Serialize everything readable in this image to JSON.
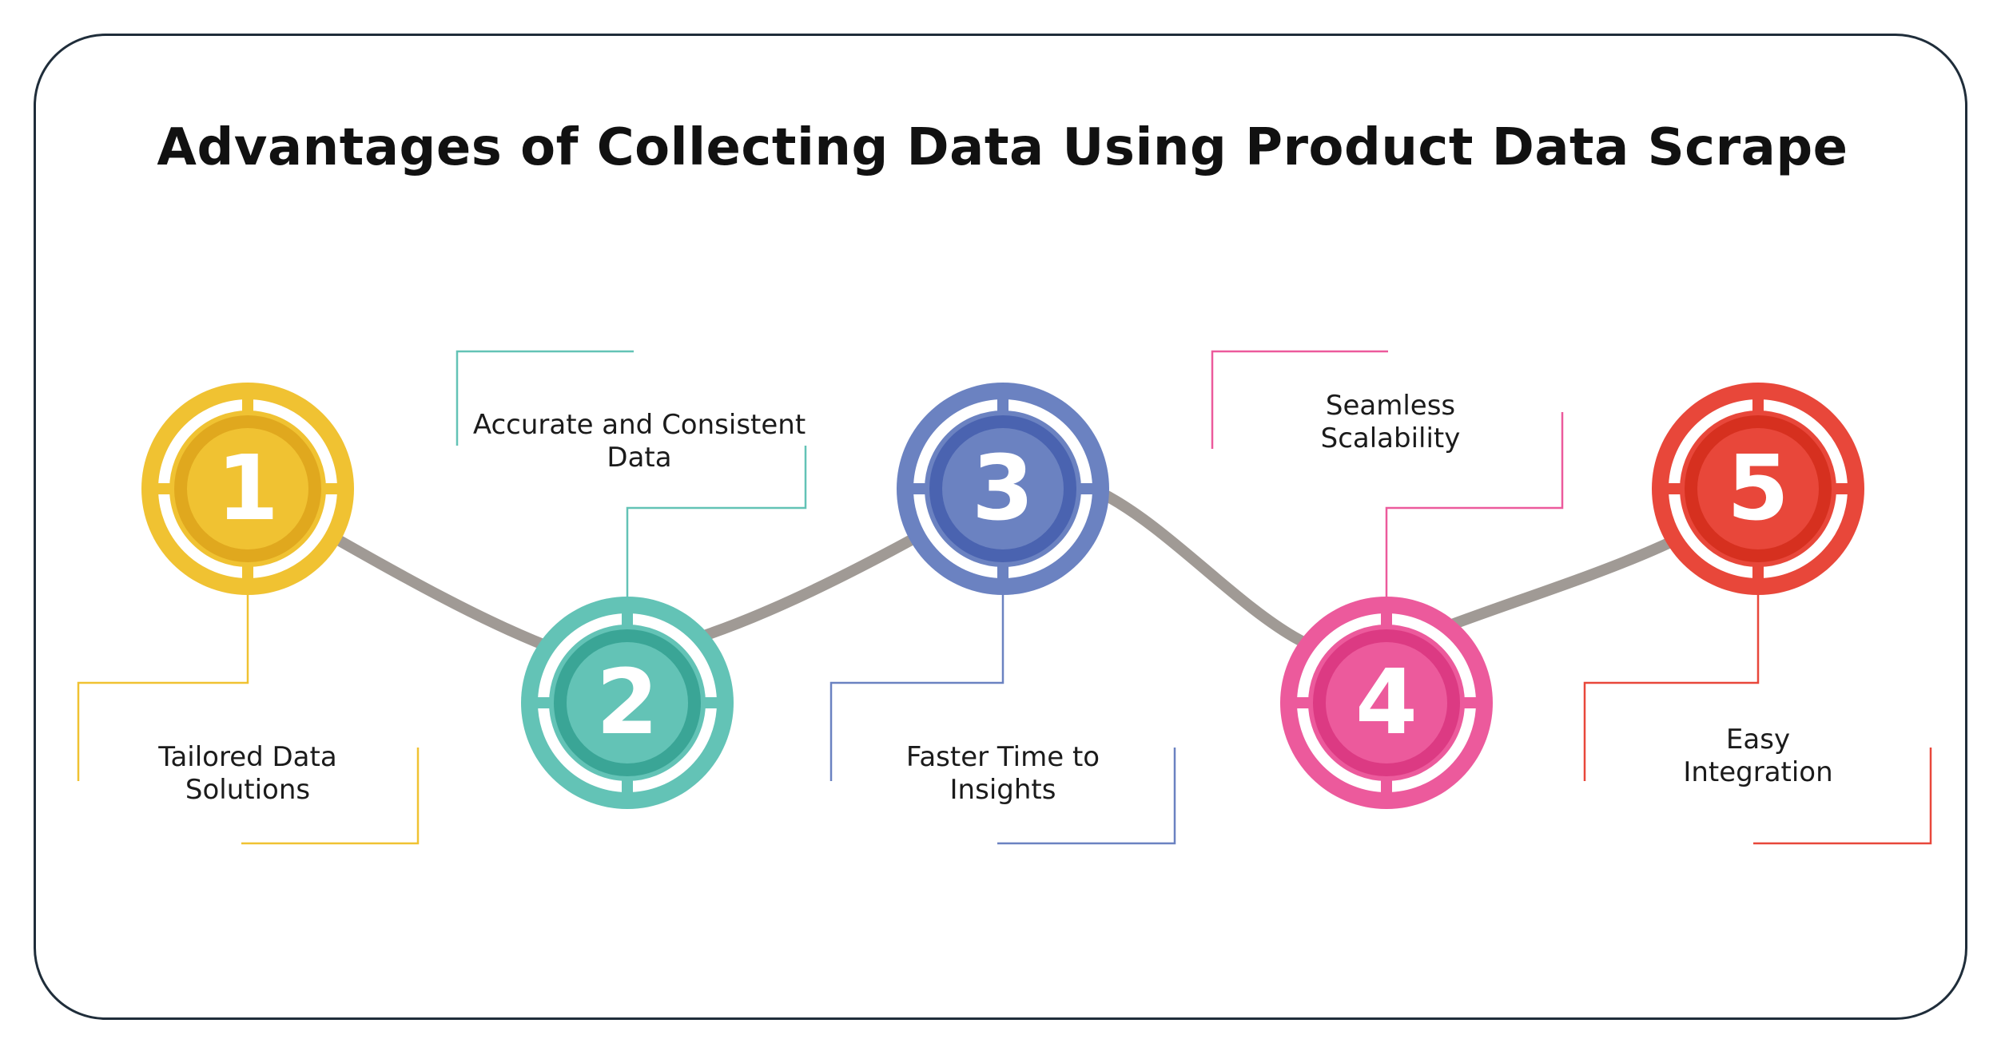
{
  "title": "Advantages of Collecting Data Using Product Data Scrape",
  "steps": [
    {
      "number": "1",
      "lines": [
        "Tailored Data",
        "Solutions"
      ],
      "color": "#f0c232",
      "inner": "#e0a81e"
    },
    {
      "number": "2",
      "lines": [
        "Accurate and Consistent",
        "Data"
      ],
      "color": "#63c3b6",
      "inner": "#3aa596"
    },
    {
      "number": "3",
      "lines": [
        "Faster Time to",
        "Insights"
      ],
      "color": "#6b82c1",
      "inner": "#4a63b0"
    },
    {
      "number": "4",
      "lines": [
        "Seamless",
        "Scalability"
      ],
      "color": "#ec5a9c",
      "inner": "#dc3a83"
    },
    {
      "number": "5",
      "lines": [
        "Easy",
        "Integration"
      ],
      "color": "#e8473a",
      "inner": "#d6301f"
    }
  ],
  "colors": {
    "path": "#a09a95",
    "frame": "#1f2d3a"
  }
}
